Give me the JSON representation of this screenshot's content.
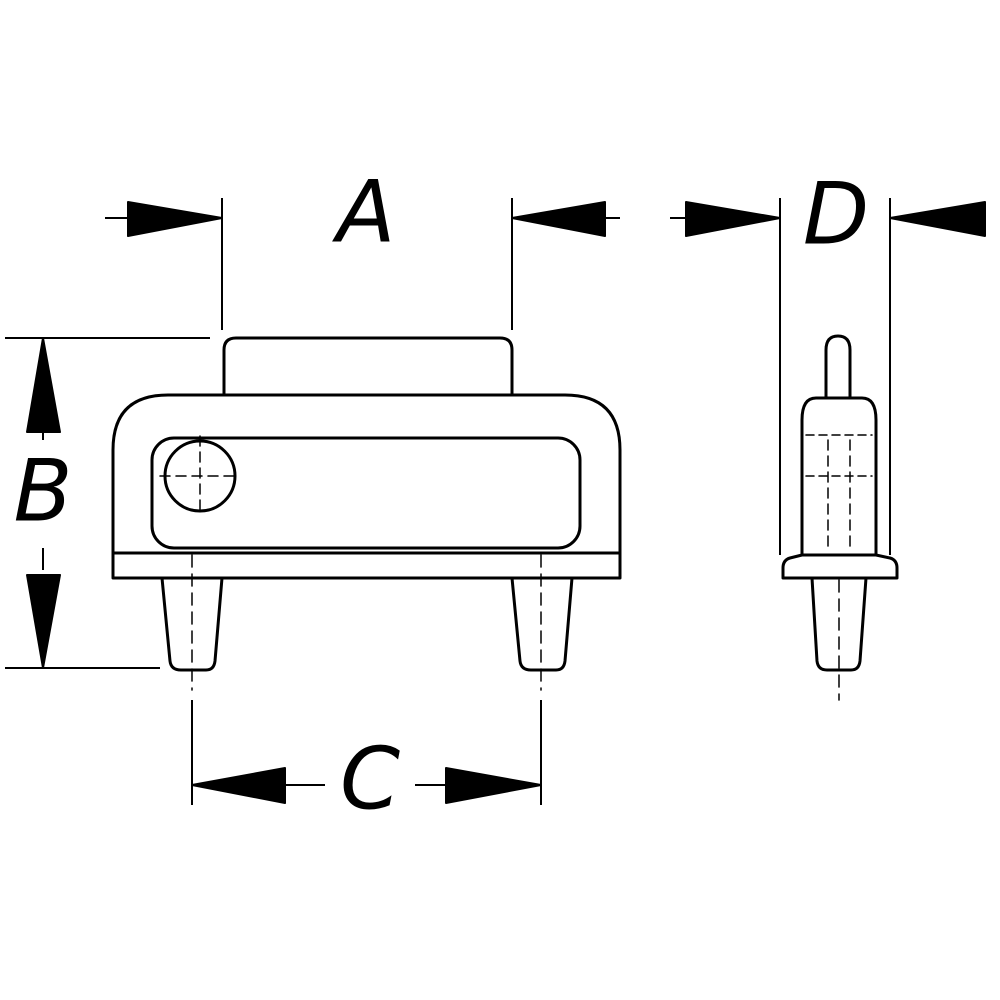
{
  "dimensions": {
    "A": "A",
    "B": "B",
    "C": "C",
    "D": "D"
  },
  "colors": {
    "line": "#000000",
    "background": "#ffffff"
  }
}
